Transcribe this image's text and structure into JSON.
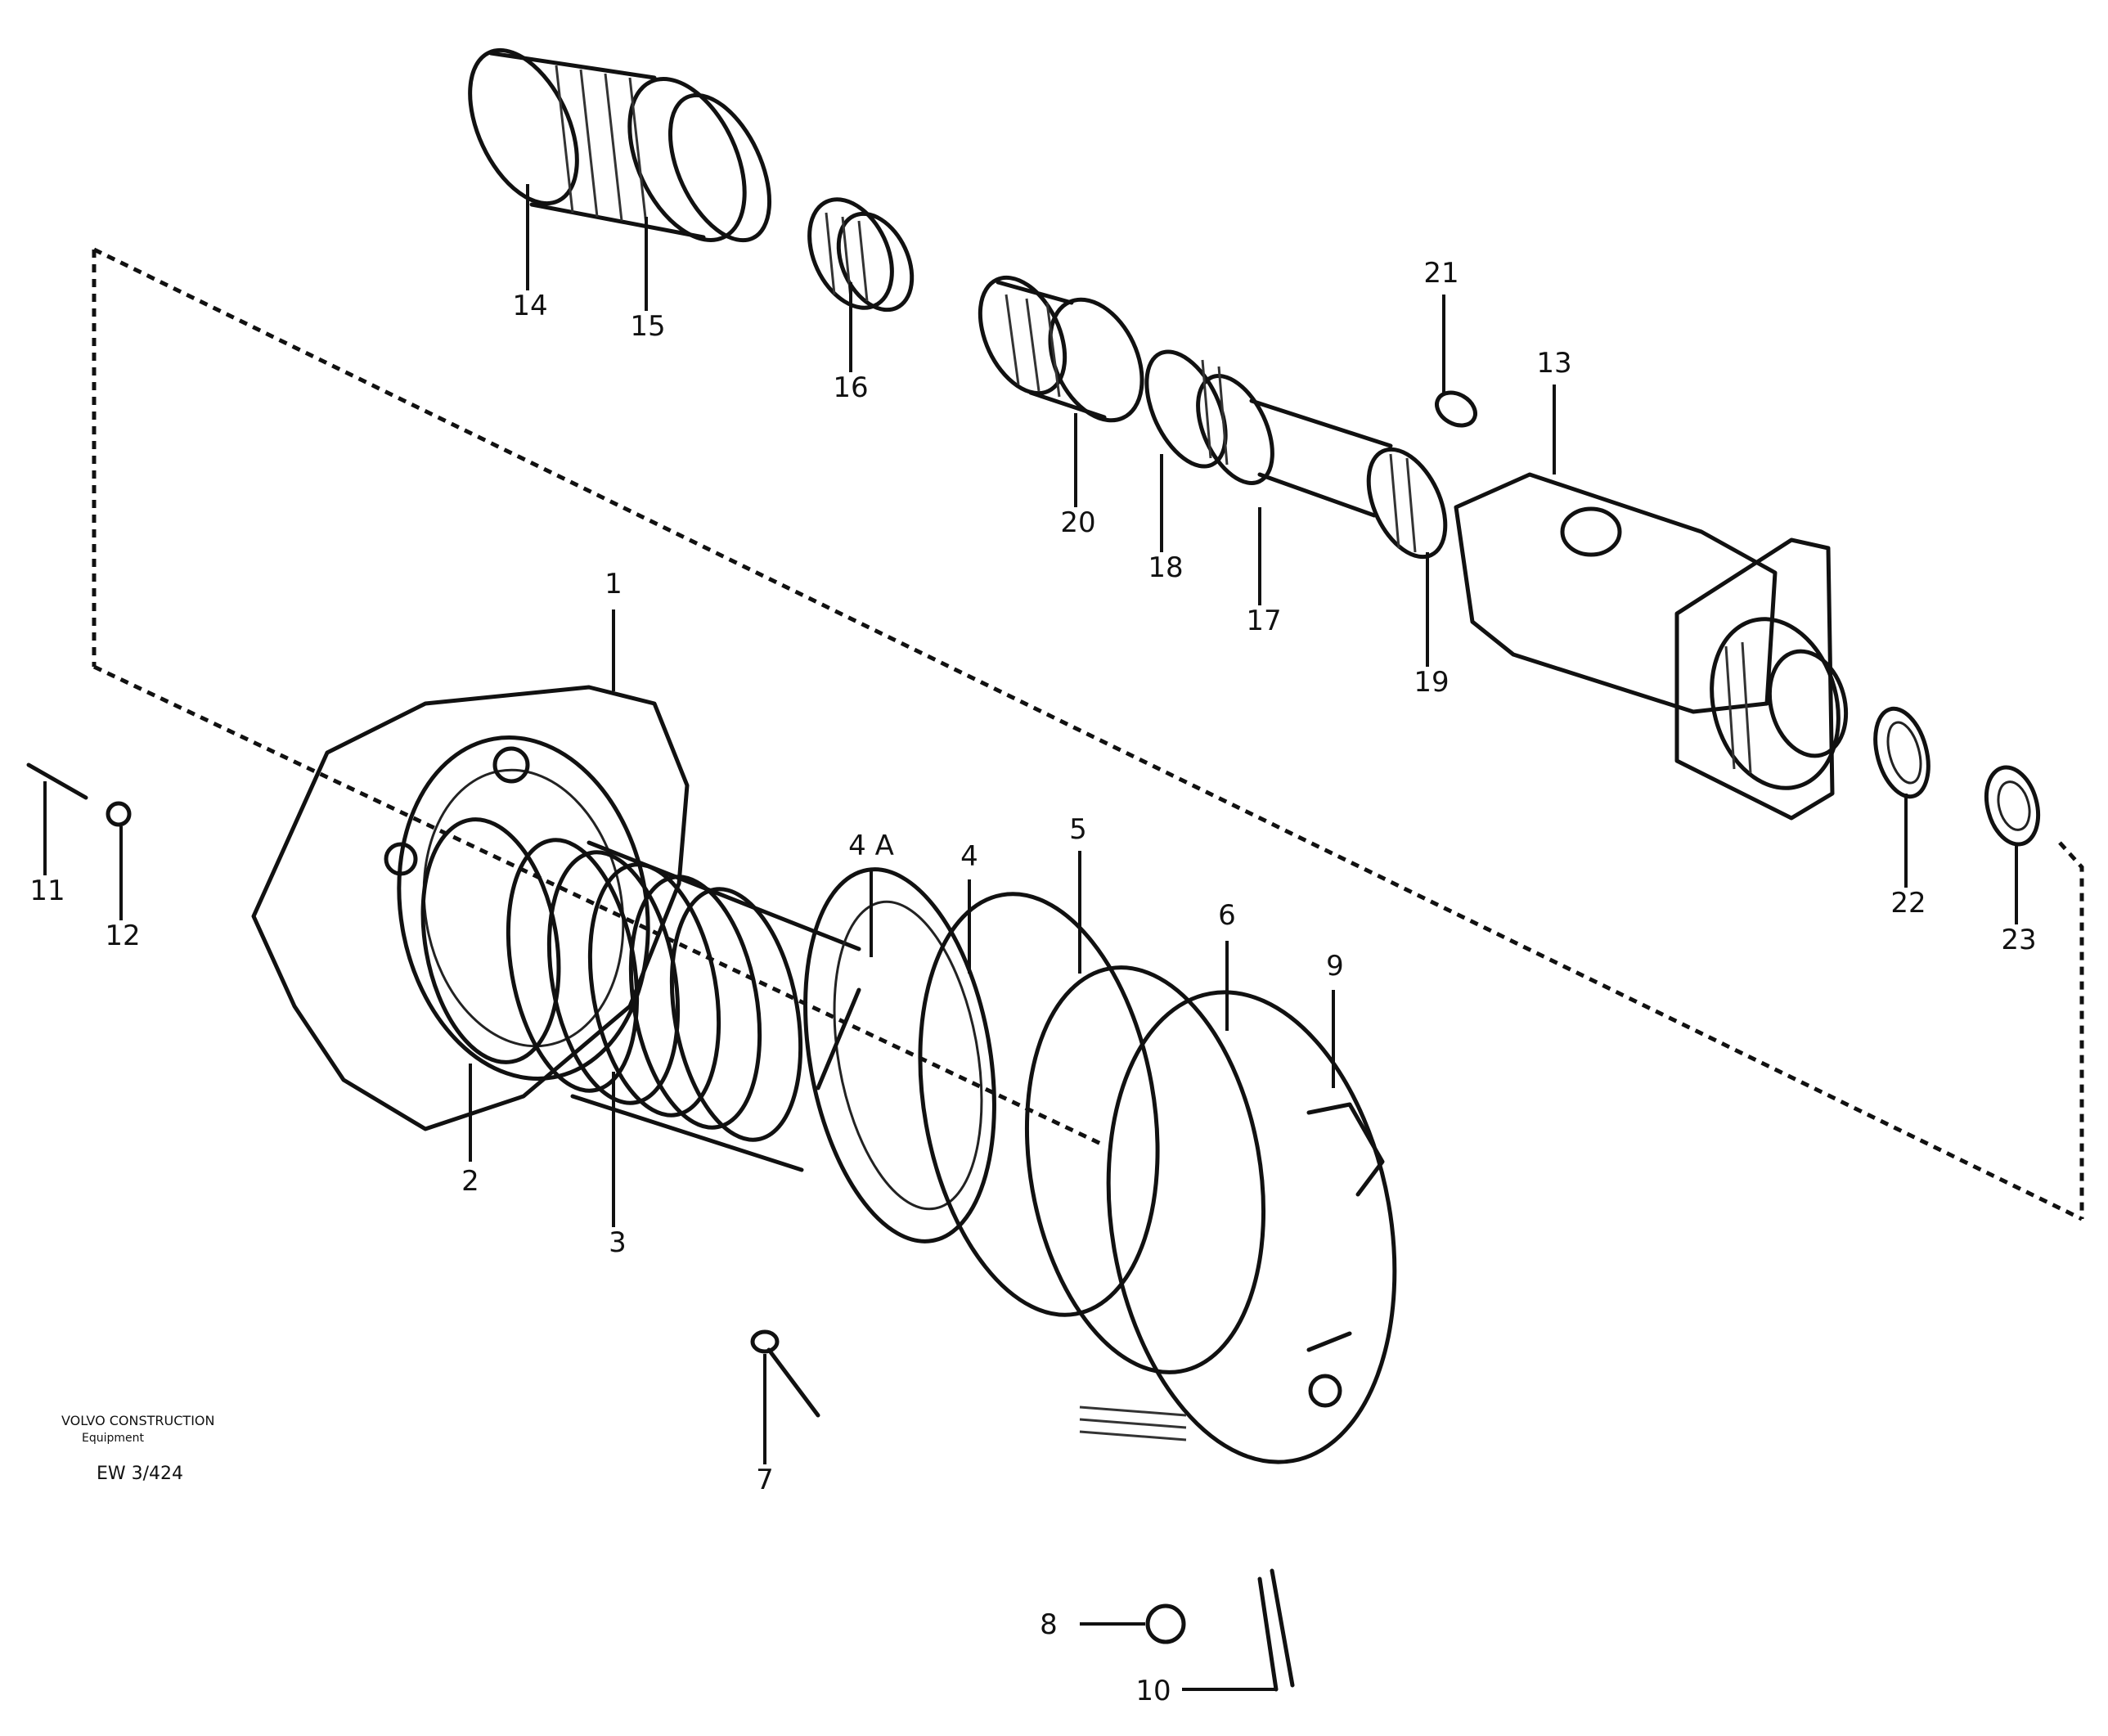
{
  "diagram": {
    "callouts": {
      "c1": "1",
      "c2": "2",
      "c3": "3",
      "c4a": "4 A",
      "c4": "4",
      "c5": "5",
      "c6": "6",
      "c7": "7",
      "c8": "8",
      "c9": "9",
      "c10": "10",
      "c11": "11",
      "c12": "12",
      "c13": "13",
      "c14": "14",
      "c15": "15",
      "c16": "16",
      "c17": "17",
      "c18": "18",
      "c19": "19",
      "c20": "20",
      "c21": "21",
      "c22": "22",
      "c23": "23"
    },
    "stamp": {
      "line1": "VOLVO CONSTRUCTION",
      "line2": "Equipment",
      "ref": "EW 3/424"
    }
  }
}
